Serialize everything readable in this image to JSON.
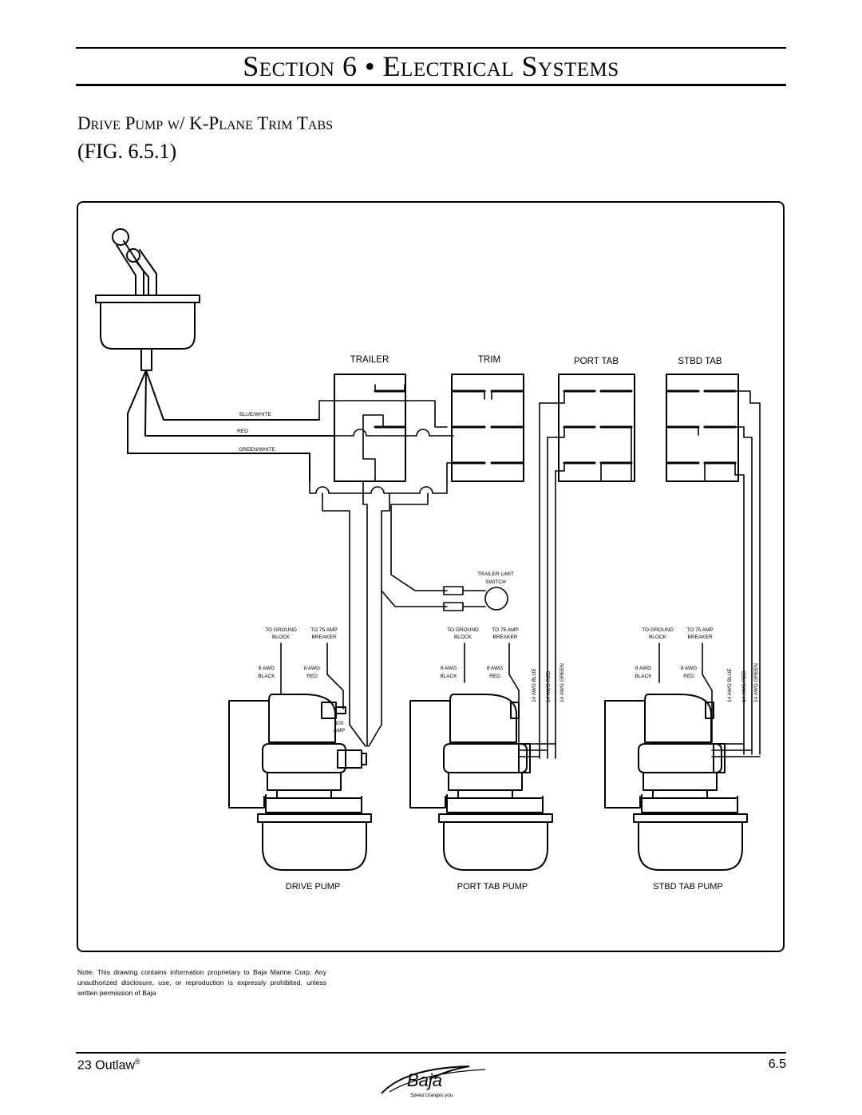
{
  "header": {
    "section_title": "Section 6 • Electrical Systems",
    "subtitle": "Drive Pump w/ K-Plane Trim Tabs",
    "figure_ref": "(FIG. 6.5.1)"
  },
  "diagram": {
    "switch_labels": {
      "trailer": "TRAILER",
      "trim": "TRIM",
      "port_tab": "PORT TAB",
      "stbd_tab": "STBD TAB"
    },
    "wire_labels": {
      "blue_white": "BLUE/WHITE",
      "red": "RED",
      "green_white": "GREEN/WHITE"
    },
    "trailer_limit_switch": [
      "TRAILER LIMIT",
      "SWITCH"
    ],
    "to_ground": [
      "TO GROUND",
      "BLOCK"
    ],
    "to_breaker": [
      "TO 75 AMP",
      "BREAKER"
    ],
    "awg_black": [
      "8 AWG",
      "BLACK"
    ],
    "awg_red": [
      "8 AWG",
      "RED"
    ],
    "fuse": [
      "100",
      "AMP"
    ],
    "vertical_wires": [
      "14 AWG BLUE",
      "14 AWG RED",
      "14 AWG GREEN"
    ],
    "pump_labels": {
      "drive": "DRIVE PUMP",
      "port": "PORT TAB PUMP",
      "stbd": "STBD TAB PUMP"
    }
  },
  "note": "Note:  This drawing contains information proprietary to Baja Marine Corp. Any unauthorized disclosure, use, or reproduction is expressly prohibited, unless written permission of Baja",
  "footer": {
    "model": "23 Outlaw",
    "registered": "®",
    "page_number": "6.5",
    "logo_text": "Baja",
    "logo_tagline": "Speed changes you."
  }
}
